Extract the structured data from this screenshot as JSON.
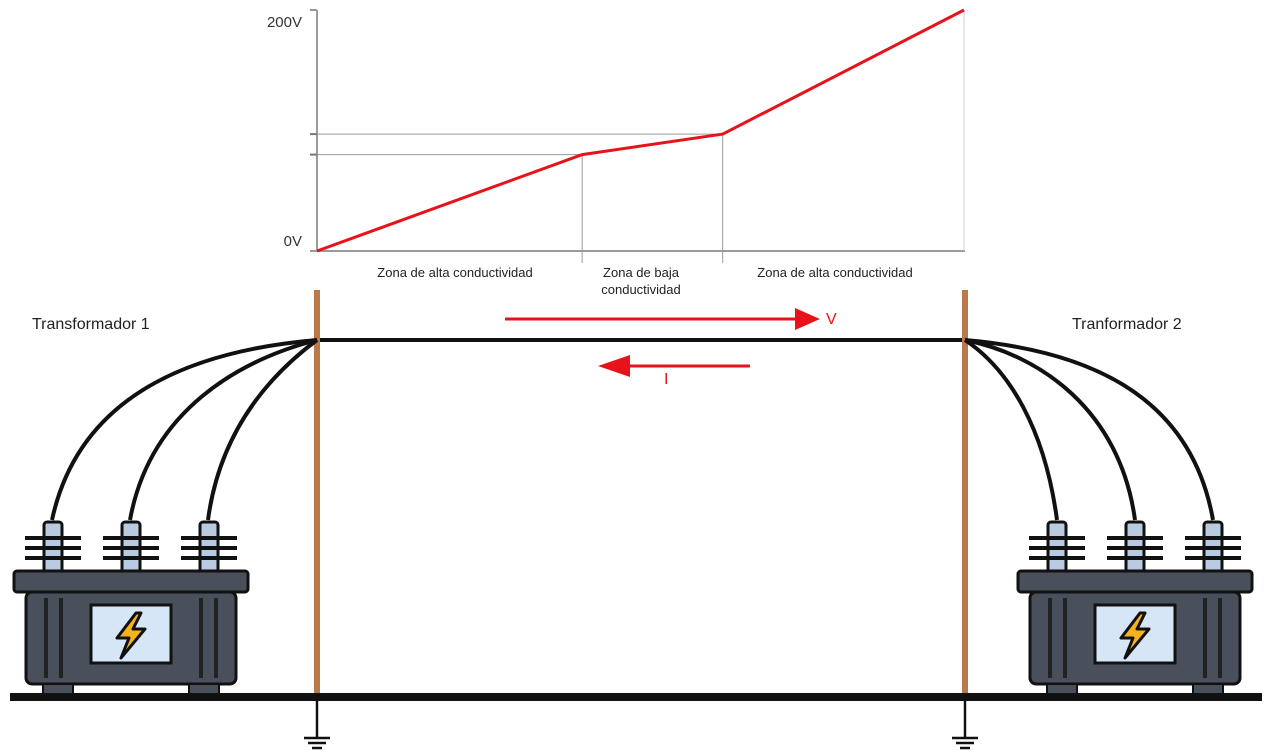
{
  "chart_data": {
    "type": "line",
    "y_tick_labels": [
      "200V",
      "0V"
    ],
    "zones": [
      {
        "label": "Zona de alta conductividad"
      },
      {
        "label": "Zona de baja conductividad"
      },
      {
        "label": "Zona de alta conductividad"
      }
    ],
    "series": [
      {
        "x": [
          0,
          1,
          1.53,
          2.44
        ],
        "y": [
          0,
          80,
          97,
          200
        ]
      }
    ],
    "ylim": [
      0,
      200
    ],
    "grid": false,
    "line_color": "#e8121b"
  },
  "diagram": {
    "transformer_1_label": "Transformador 1",
    "transformer_2_label": "Tranformador 2",
    "voltage_arrow_label": "V",
    "current_arrow_label": "I",
    "arrow_color": "#e8121b",
    "pole_color": "#b87a4b",
    "icons": [
      "lightning-icon",
      "ground-icon"
    ]
  }
}
